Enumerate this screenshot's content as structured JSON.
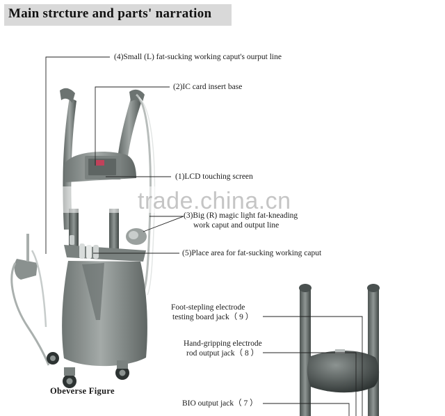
{
  "header": {
    "title": "Main strcture and  parts' narration"
  },
  "labels": {
    "small_caput_line": "(4)Small (L) fat-sucking  working caput's ourput line",
    "ic_card": "(2)IC card  insert base",
    "lcd": "(1)LCD touching screen",
    "big_caput_line_1": "(3)Big (R) magic light fat-kneading",
    "big_caput_line_2": "work caput and output line",
    "place_area": "(5)Place area  for  fat-sucking working caput",
    "foot_jack_1": "Foot-stepling electrode",
    "foot_jack_2": "testing board jack（ 9 ）",
    "hand_jack_1": "Hand-gripping electrode",
    "hand_jack_2": "rod output jack（ 8 ）",
    "bio_jack": "BIO output jack（ 7 ）"
  },
  "watermark": "trade.china.cn",
  "caption": "Obeverse  Figure",
  "colors": {
    "header_bg": "#d9d9d9",
    "machine_body": "#8a918f",
    "screen_accent": "#c0425a"
  }
}
